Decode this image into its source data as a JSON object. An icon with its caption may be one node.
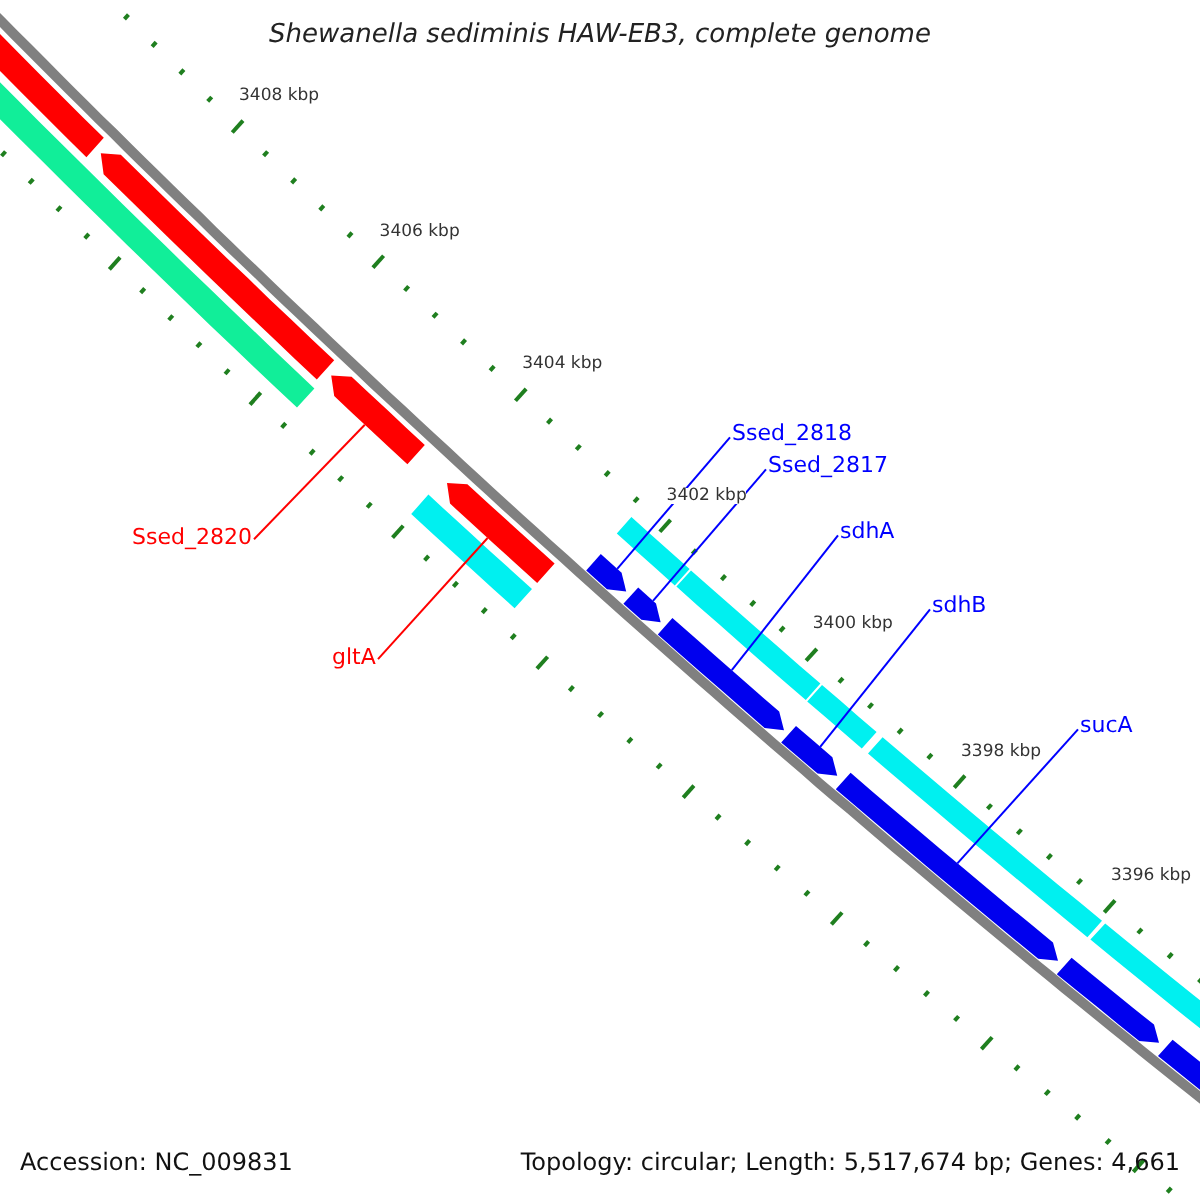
{
  "diagram": {
    "title": "Shewanella sediminis HAW-EB3, complete genome",
    "nodes": [
      {
        "text": [
          "Ssed_2818"
        ]
      },
      {
        "text": [
          "Ssed_2817"
        ]
      },
      {
        "text": [
          "sdhA"
        ]
      },
      {
        "text": [
          "Ssed_2820"
        ]
      },
      {
        "text": [
          "sdhB"
        ]
      },
      {
        "text": [
          "gltA"
        ]
      },
      {
        "text": [
          "sucA"
        ]
      },
      {
        "text": [],
        "shape": "bar"
      },
      {
        "text": [],
        "shape": "bar"
      },
      {
        "text": [],
        "shape": "bar"
      },
      {
        "text": [],
        "shape": "bar"
      },
      {
        "text": [],
        "shape": "bar"
      },
      {
        "text": [],
        "shape": "bar"
      },
      {
        "text": [],
        "shape": "bar"
      },
      {
        "text": [],
        "shape": "bar"
      },
      {
        "text": [],
        "shape": "bar"
      },
      {
        "text": [],
        "shape": "bar"
      },
      {
        "text": [],
        "shape": "bar"
      },
      {
        "text": [],
        "shape": "bar"
      },
      {
        "text": [],
        "shape": "bar"
      },
      {
        "text": [],
        "shape": "bar"
      },
      {
        "text": [],
        "shape": "bar"
      },
      {
        "text": [],
        "shape": "bar"
      },
      {
        "text": [],
        "shape": "bar"
      },
      {
        "text": [],
        "shape": "bar"
      }
    ],
    "edges": [
      {
        "from": 0,
        "to": 14,
        "arrow": "none"
      },
      {
        "from": 1,
        "to": 15,
        "arrow": "none"
      },
      {
        "from": 2,
        "to": 17,
        "arrow": "none"
      },
      {
        "from": 3,
        "to": 10,
        "arrow": "none",
        "color": "#ff0000"
      },
      {
        "from": 4,
        "to": 19,
        "arrow": "none"
      },
      {
        "from": 5,
        "to": 12,
        "arrow": "none",
        "color": "#ff0000"
      },
      {
        "from": 6,
        "to": 21,
        "arrow": "none"
      }
    ],
    "labels": [
      "3408 kbp",
      "3406 kbp",
      "3404 kbp",
      "3402 kbp",
      "3400 kbp",
      "3398 kbp",
      "3396 kbp",
      "Accession: NC_009831",
      "Topology: circular; Length: 5,517,674 bp; Genes: 4,661"
    ]
  }
}
